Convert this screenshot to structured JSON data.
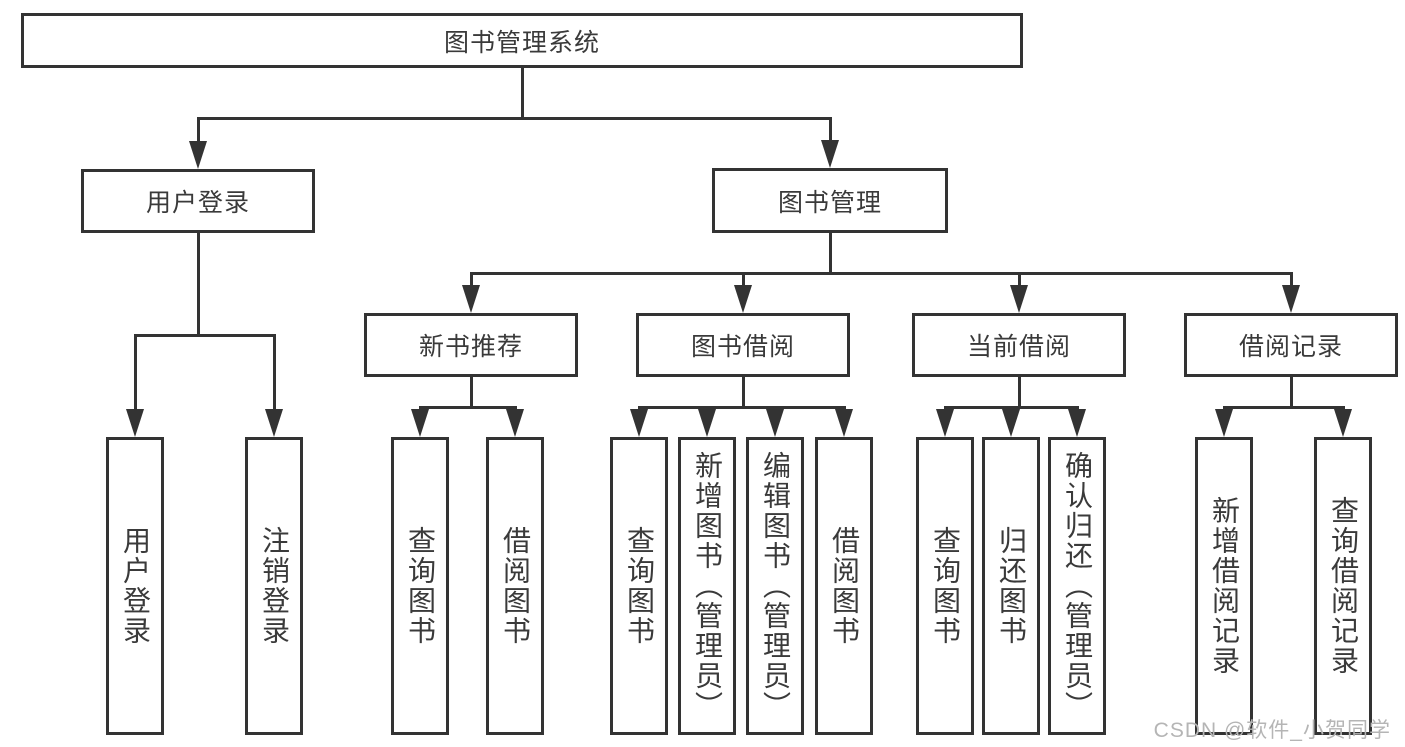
{
  "colors": {
    "line": "#333333",
    "text": "#3a3a3a",
    "box_background": "#ffffff",
    "page_background": "#ffffff",
    "watermark": "#b5b5b5"
  },
  "tree": {
    "label": "图书管理系统",
    "children": [
      {
        "label": "用户登录",
        "children": [
          {
            "label": "用户登录"
          },
          {
            "label": "注销登录"
          }
        ]
      },
      {
        "label": "图书管理",
        "children": [
          {
            "label": "新书推荐",
            "children": [
              {
                "label": "查询图书"
              },
              {
                "label": "借阅图书"
              }
            ]
          },
          {
            "label": "图书借阅",
            "children": [
              {
                "label": "查询图书"
              },
              {
                "label": "新增图书（管理员）"
              },
              {
                "label": "编辑图书（管理员）"
              },
              {
                "label": "借阅图书"
              }
            ]
          },
          {
            "label": "当前借阅",
            "children": [
              {
                "label": "查询图书"
              },
              {
                "label": "归还图书"
              },
              {
                "label": "确认归还（管理员）"
              }
            ]
          },
          {
            "label": "借阅记录",
            "children": [
              {
                "label": "新增借阅记录"
              },
              {
                "label": "查询借阅记录"
              }
            ]
          }
        ]
      }
    ]
  },
  "watermark": {
    "text": "CSDN @软件_小贺同学"
  }
}
